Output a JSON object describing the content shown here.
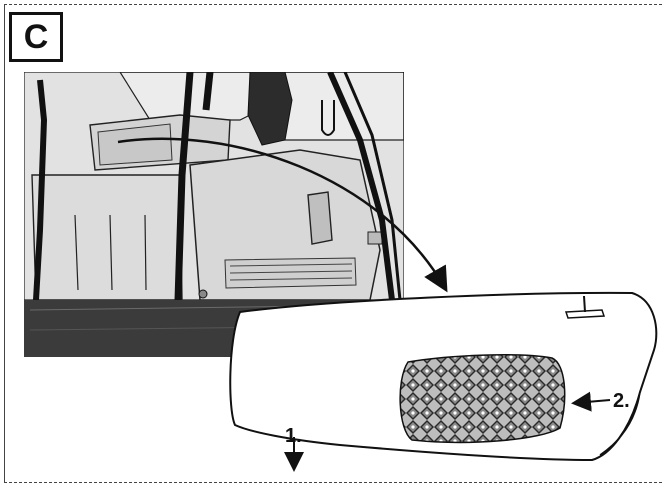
{
  "panel": {
    "label": "C"
  },
  "steps": [
    {
      "id": "step-1",
      "label": "1."
    },
    {
      "id": "step-2",
      "label": "2."
    }
  ],
  "colors": {
    "line": "#111111",
    "photo_bg": "#e4e4e4",
    "floor": "#3a3a3a",
    "panel_fill": "#ffffff",
    "velcro": "#8a8a8a"
  },
  "icons": {
    "arrow-down": "arrow-down-icon",
    "arrow-left": "arrow-left-icon",
    "curved-arrow": "curved-arrow-icon"
  }
}
